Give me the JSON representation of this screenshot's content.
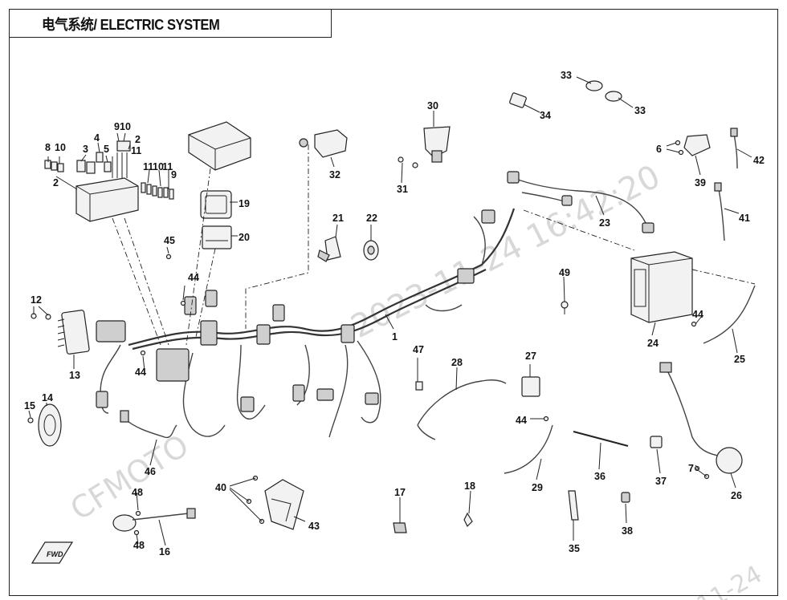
{
  "title": "电气系统/ ELECTRIC SYSTEM",
  "watermark": {
    "brand": "CFMOTO",
    "timestamp": "2023-11-24 16:42:20",
    "corner": "11-24"
  },
  "callouts": [
    "1",
    "2",
    "3",
    "4",
    "5",
    "6",
    "7",
    "8",
    "9",
    "10",
    "11",
    "12",
    "13",
    "14",
    "15",
    "16",
    "17",
    "18",
    "19",
    "20",
    "21",
    "22",
    "23",
    "24",
    "25",
    "26",
    "27",
    "28",
    "29",
    "30",
    "31",
    "32",
    "33",
    "34",
    "35",
    "36",
    "37",
    "38",
    "39",
    "40",
    "41",
    "42",
    "43",
    "44",
    "45",
    "46",
    "47",
    "48",
    "49"
  ],
  "fwd_icon": "fwd-arrow-icon"
}
